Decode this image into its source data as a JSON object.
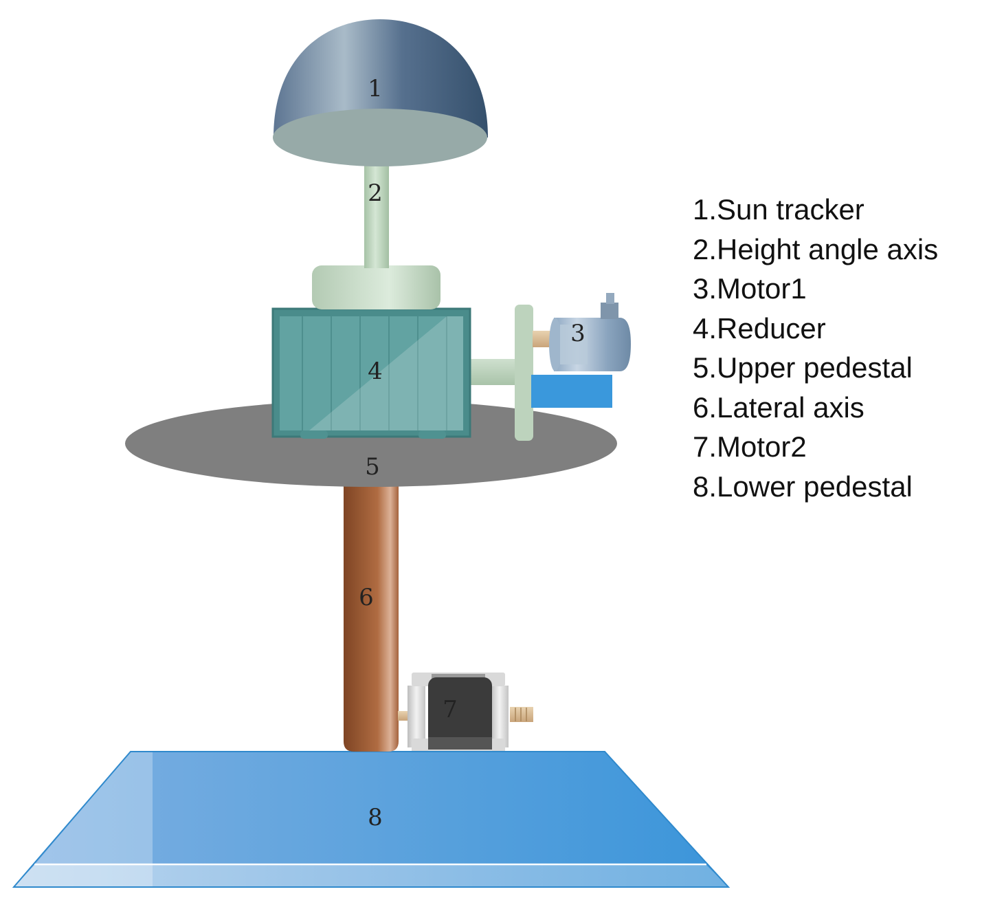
{
  "parts": [
    {
      "number": "1",
      "name": "Sun tracker",
      "legend": "1.Sun tracker"
    },
    {
      "number": "2",
      "name": "Height angle axis",
      "legend": "2.Height angle axis"
    },
    {
      "number": "3",
      "name": "Motor1",
      "legend": "3.Motor1"
    },
    {
      "number": "4",
      "name": "Reducer",
      "legend": "4.Reducer"
    },
    {
      "number": "5",
      "name": "Upper pedestal",
      "legend": "5.Upper pedestal"
    },
    {
      "number": "6",
      "name": "Lateral axis",
      "legend": "6.Lateral axis"
    },
    {
      "number": "7",
      "name": "Motor2",
      "legend": "7.Motor2"
    },
    {
      "number": "8",
      "name": "Lower pedestal",
      "legend": "8.Lower pedestal"
    }
  ],
  "colors": {
    "sun_tracker": "#4a6482",
    "sun_tracker_base": "#97aaa8",
    "height_axis": "#b9d4b9",
    "reducer": "#62a3a2",
    "upper_pedestal": "#7f7f7f",
    "lateral_axis": "#a5603a",
    "motor2": "#3a3a3a",
    "lower_pedestal": "#4a9ad8",
    "motor1_block": "#3a98dc"
  }
}
